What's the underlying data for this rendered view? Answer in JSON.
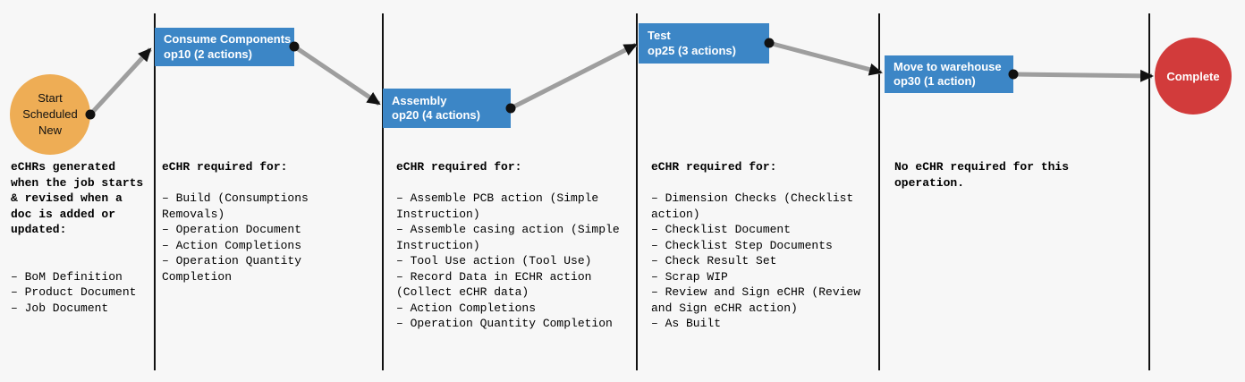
{
  "colors": {
    "background": "#f7f7f7",
    "node_blue": "#3c86c6",
    "start_orange": "#eead55",
    "complete_red": "#d23b3b",
    "arrow_gray": "#9e9e9e",
    "divider_black": "#111111",
    "node_text": "#ffffff",
    "body_text": "#000000"
  },
  "flow": {
    "start_node": {
      "label": "Start\nScheduled\nNew"
    },
    "operations": [
      {
        "title": "Consume Components",
        "subtitle": "op10 (2 actions)"
      },
      {
        "title": "Assembly",
        "subtitle": "op20 (4 actions)"
      },
      {
        "title": "Test",
        "subtitle": "op25 (3 actions)"
      },
      {
        "title": "Move to warehouse",
        "subtitle": "op30 (1 action)"
      }
    ],
    "end_node": {
      "label": "Complete"
    }
  },
  "columns": [
    {
      "header": "eCHRs generated when the job starts & revised when a doc is added or updated:",
      "items": [
        "– BoM Definition",
        "– Product Document",
        "– Job Document"
      ]
    },
    {
      "header": "eCHR required for:",
      "items": [
        "– Build (Consumptions Removals)",
        "– Operation Document",
        "– Action Completions",
        "– Operation Quantity Completion"
      ]
    },
    {
      "header": "eCHR required for:",
      "items": [
        "– Assemble PCB action (Simple Instruction)",
        "– Assemble casing action (Simple Instruction)",
        "– Tool Use action (Tool Use)",
        "– Record Data in ECHR action (Collect eCHR data)",
        "– Action Completions",
        "– Operation Quantity Completion"
      ]
    },
    {
      "header": "eCHR required for:",
      "items": [
        "– Dimension Checks (Checklist action)",
        "– Checklist Document",
        "– Checklist Step Documents",
        "– Check Result Set",
        "– Scrap WIP",
        "– Review and Sign eCHR (Review and Sign eCHR action)",
        "– As Built"
      ]
    },
    {
      "header": "No eCHR required for this operation.",
      "items": []
    }
  ]
}
